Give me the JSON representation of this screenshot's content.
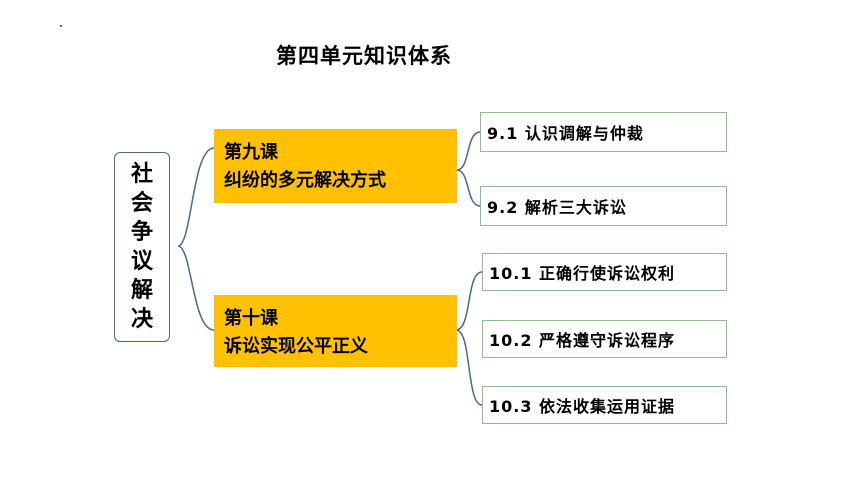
{
  "title": "第四单元知识体系",
  "root": {
    "chars": [
      "社",
      "会",
      "争",
      "议",
      "解",
      "决"
    ]
  },
  "lessons": [
    {
      "line1": "第九课",
      "line2": "纠纷的多元解决方式",
      "topics": [
        "9.1 认识调解与仲裁",
        "9.2 解析三大诉讼"
      ]
    },
    {
      "line1": "第十课",
      "line2": "诉讼实现公平正义",
      "topics": [
        "10.1 正确行使诉讼权利",
        "10.2 严格遵守诉讼程序",
        "10.3 依法收集运用证据"
      ]
    }
  ],
  "colors": {
    "lesson_fill": "#ffc000",
    "topic_border": "#8fbc8f",
    "root_border": "#4a6a8a",
    "connector": "#4a6a8a"
  }
}
